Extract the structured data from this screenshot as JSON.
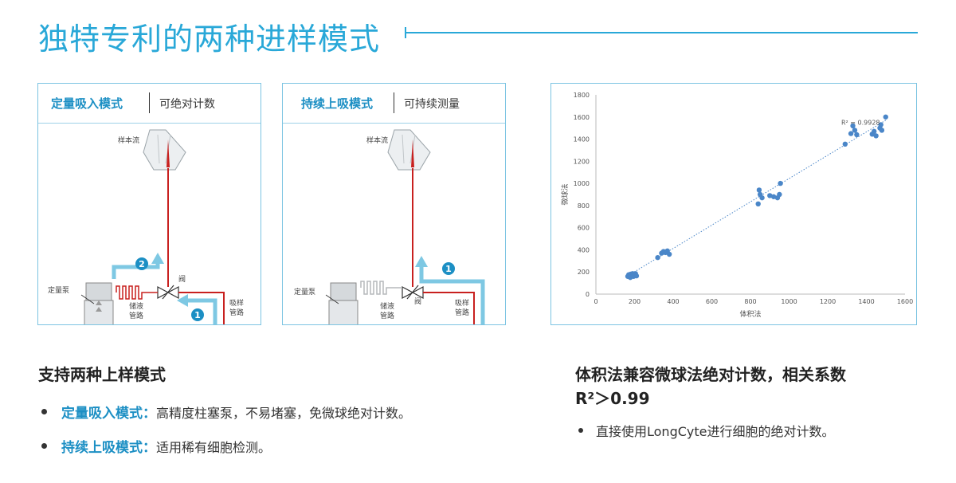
{
  "page": {
    "title": "独特专利的两种进样模式"
  },
  "panel_left": {
    "tab": "定量吸入模式",
    "subtitle": "可绝对计数",
    "labels": {
      "sample_flow": "样本流",
      "pump": "定量泵",
      "valve": "阀",
      "storage": "储液管路",
      "storage_l1": "储液",
      "storage_l2": "管路",
      "suction_l1": "吸样",
      "suction_l2": "管路",
      "step1": "1",
      "step2": "2"
    }
  },
  "panel_mid": {
    "tab": "持续上吸模式",
    "subtitle": "可持续测量",
    "labels": {
      "sample_flow": "样本流",
      "pump": "定量泵",
      "valve": "阀",
      "storage_l1": "储液",
      "storage_l2": "管路",
      "suction_l1": "吸样",
      "suction_l2": "管路",
      "step1": "1"
    }
  },
  "chart_data": {
    "type": "scatter",
    "xlabel": "体积法",
    "ylabel": "微球法",
    "xlim": [
      0,
      1600
    ],
    "ylim": [
      0,
      1800
    ],
    "xticks": [
      "0",
      "200",
      "400",
      "600",
      "800",
      "1000",
      "1200",
      "1400",
      "1600"
    ],
    "yticks": [
      "0",
      "200",
      "400",
      "600",
      "800",
      "1000",
      "1200",
      "1400",
      "1600",
      "1800"
    ],
    "annotation": "R² = 0.9928",
    "trendline": {
      "style": "dotted",
      "from": [
        160,
        160
      ],
      "to": [
        1500,
        1570
      ]
    },
    "grid": false,
    "series": [
      {
        "points": [
          [
            165,
            160
          ],
          [
            170,
            175
          ],
          [
            175,
            165
          ],
          [
            180,
            180
          ],
          [
            185,
            170
          ],
          [
            190,
            185
          ],
          [
            195,
            160
          ],
          [
            200,
            175
          ],
          [
            205,
            185
          ],
          [
            178,
            150
          ],
          [
            192,
            170
          ],
          [
            210,
            165
          ],
          [
            320,
            330
          ],
          [
            340,
            370
          ],
          [
            350,
            385
          ],
          [
            360,
            375
          ],
          [
            370,
            390
          ],
          [
            380,
            360
          ],
          [
            355,
            380
          ],
          [
            840,
            815
          ],
          [
            845,
            940
          ],
          [
            850,
            900
          ],
          [
            860,
            870
          ],
          [
            900,
            890
          ],
          [
            920,
            880
          ],
          [
            940,
            870
          ],
          [
            950,
            900
          ],
          [
            955,
            1000
          ],
          [
            1290,
            1355
          ],
          [
            1320,
            1450
          ],
          [
            1330,
            1520
          ],
          [
            1340,
            1480
          ],
          [
            1350,
            1440
          ],
          [
            1430,
            1445
          ],
          [
            1440,
            1470
          ],
          [
            1450,
            1430
          ],
          [
            1470,
            1500
          ],
          [
            1475,
            1530
          ],
          [
            1480,
            1480
          ],
          [
            1500,
            1600
          ]
        ]
      }
    ]
  },
  "left_section": {
    "title": "支持两种上样模式",
    "bullets": [
      {
        "key": "定量吸入模式：",
        "text": "高精度柱塞泵，不易堵塞，免微球绝对计数。"
      },
      {
        "key": "持续上吸模式：",
        "text": "适用稀有细胞检测。"
      }
    ]
  },
  "right_section": {
    "title_line1": "体积法兼容微球法绝对计数，相关系数",
    "title_line2": "R²＞0.99",
    "bullets": [
      {
        "text": "直接使用LongCyte进行细胞的绝对计数。"
      }
    ]
  },
  "colors": {
    "accent": "#29a8d8",
    "tab_text": "#1c8fc4",
    "sample_red": "#c8201f",
    "arrow_blue": "#7ec8e3",
    "point_blue": "#4a86c8"
  }
}
